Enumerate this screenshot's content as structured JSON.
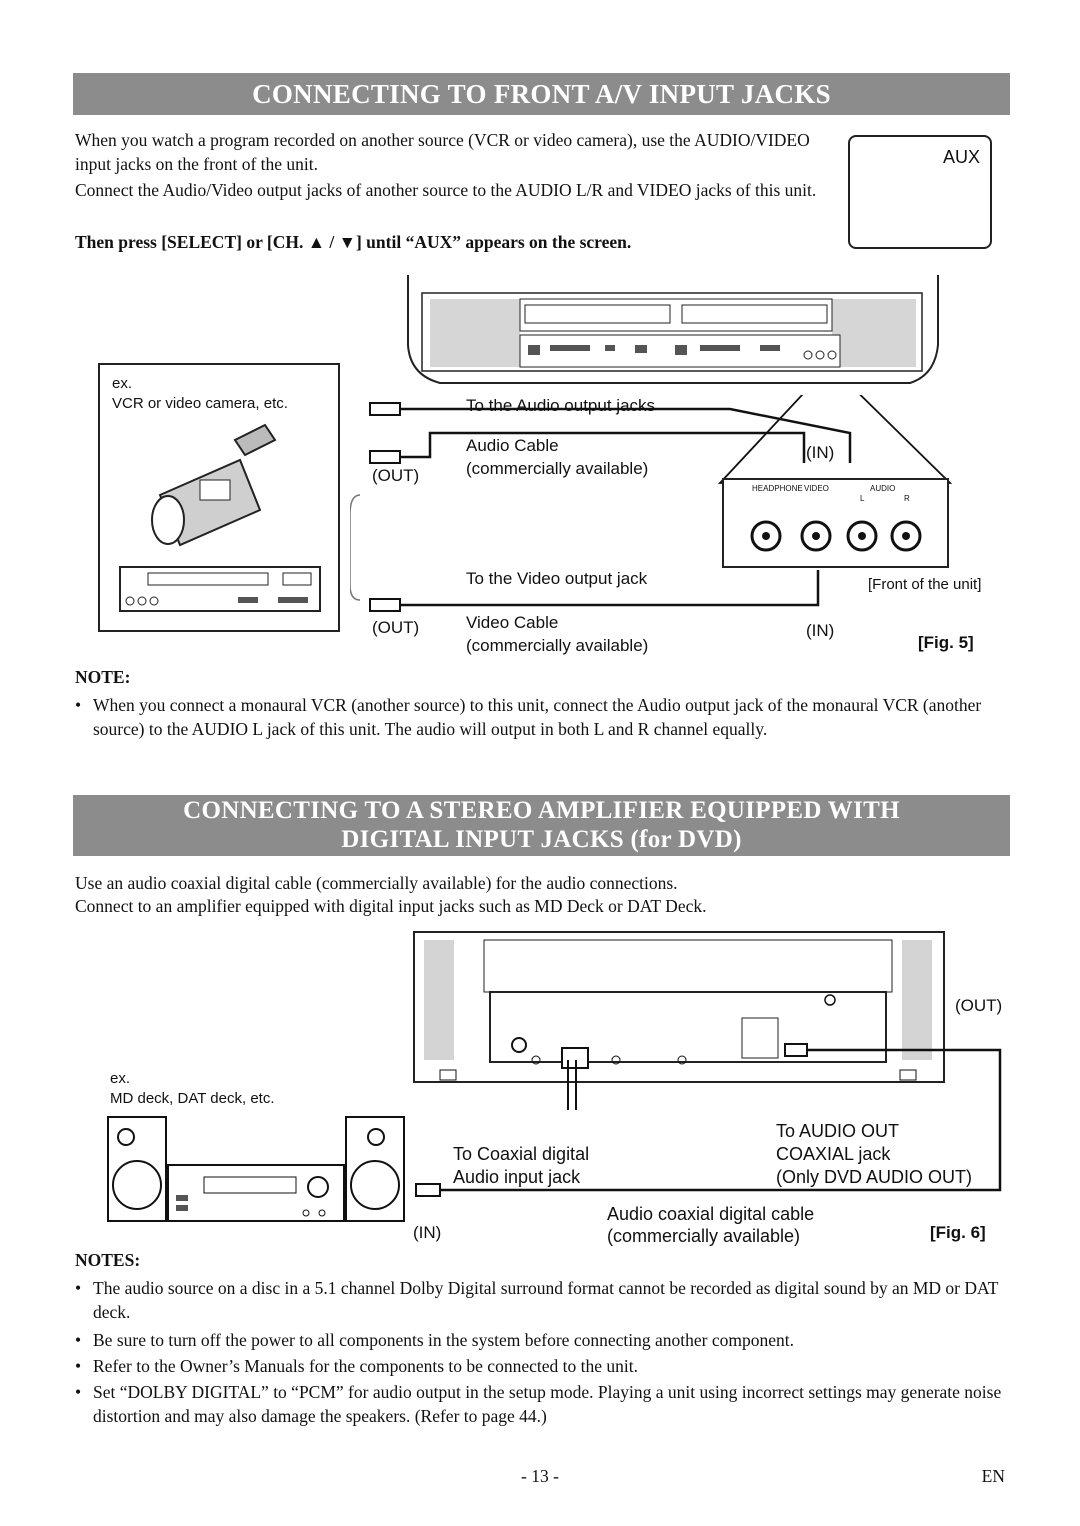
{
  "section1": {
    "title": "CONNECTING TO FRONT A/V INPUT JACKS",
    "para1": "When you watch a program recorded on another source (VCR or video camera), use the AUDIO/VIDEO input jacks on the front of the unit.",
    "para2": "Connect the Audio/Video output jacks of another source to the AUDIO L/R and VIDEO jacks of this unit.",
    "instruction": "Then press [SELECT] or [CH. ▲ / ▼] until “AUX” appears on the screen.",
    "screen_text": "AUX"
  },
  "fig5": {
    "ex": "ex.",
    "source": "VCR or video camera, etc.",
    "audio_jacks": "To the Audio output jacks",
    "audio_cable": "Audio Cable",
    "audio_cable_note": "(commercially available)",
    "out1": "(OUT)",
    "in1": "(IN)",
    "headphone": "HEADPHONE",
    "video": "VIDEO",
    "audio": "AUDIO",
    "l": "L",
    "r": "R",
    "video_jack": "To the Video output jack",
    "front": "[Front of the unit]",
    "out2": "(OUT)",
    "video_cable": "Video Cable",
    "video_cable_note": "(commercially available)",
    "in2": "(IN)",
    "fig": "[Fig. 5]"
  },
  "note1": {
    "heading": "NOTE:",
    "bullet": "When you connect a monaural VCR (another source) to this unit, connect the Audio output jack of the monaural VCR (another source) to the AUDIO L jack of this unit. The audio will output in both L and R channel equally."
  },
  "section2": {
    "title_line1": "CONNECTING TO A STEREO AMPLIFIER EQUIPPED WITH",
    "title_line2": "DIGITAL INPUT JACKS (for DVD)",
    "para1": "Use an audio coaxial digital cable (commercially available) for the audio connections.",
    "para2": "Connect to an amplifier equipped with digital input jacks such as MD Deck or DAT Deck."
  },
  "fig6": {
    "out": "(OUT)",
    "ex": "ex.",
    "source": "MD deck, DAT deck, etc.",
    "to_audio_out_1": "To AUDIO OUT",
    "to_audio_out_2": "COAXIAL jack",
    "to_audio_out_3": "(Only DVD AUDIO OUT)",
    "coax_input_1": "To Coaxial digital",
    "coax_input_2": "Audio input jack",
    "in": "(IN)",
    "cable_1": "Audio coaxial digital cable",
    "cable_2": "(commercially available)",
    "fig": "[Fig. 6]"
  },
  "notes2": {
    "heading": "NOTES:",
    "bullets": [
      "The audio source on a disc in a 5.1 channel Dolby Digital surround format cannot be recorded as digital sound by an MD or DAT deck.",
      "Be sure to turn off the power to all components in the system before connecting another component.",
      "Refer to the Owner’s Manuals for the components to be connected to the unit.",
      "Set “DOLBY DIGITAL” to “PCM” for audio output in the setup mode. Playing a unit using incorrect settings may generate noise distortion and may also damage the speakers. (Refer to page 44.)"
    ]
  },
  "footer": {
    "page": "- 13 -",
    "lang": "EN"
  }
}
